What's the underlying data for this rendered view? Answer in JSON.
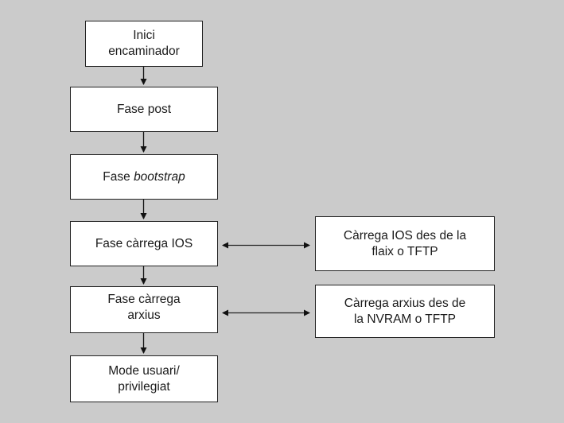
{
  "diagram": {
    "title": "Router boot sequence",
    "main_flow": [
      {
        "id": "inici",
        "lines": [
          "Inici",
          "encaminador"
        ]
      },
      {
        "id": "post",
        "lines": [
          "Fase post"
        ]
      },
      {
        "id": "bootstrap",
        "prefix": "Fase ",
        "italic": "bootstrap"
      },
      {
        "id": "ios",
        "lines": [
          "Fase càrrega IOS"
        ]
      },
      {
        "id": "arxius",
        "lines": [
          "Fase càrrega",
          "arxius"
        ]
      },
      {
        "id": "mode",
        "lines": [
          "Mode usuari/",
          "privilegiat"
        ]
      }
    ],
    "side_boxes": [
      {
        "id": "ios-source",
        "lines": [
          "Càrrega IOS des de la",
          "flaix o TFTP"
        ],
        "linked_to": "ios"
      },
      {
        "id": "arxius-source",
        "lines": [
          "Càrrega arxius des de",
          "la NVRAM o TFTP"
        ],
        "linked_to": "arxius"
      }
    ],
    "edges": [
      {
        "from": "inici",
        "to": "post",
        "type": "one-way"
      },
      {
        "from": "post",
        "to": "bootstrap",
        "type": "one-way"
      },
      {
        "from": "bootstrap",
        "to": "ios",
        "type": "one-way"
      },
      {
        "from": "ios",
        "to": "arxius",
        "type": "one-way"
      },
      {
        "from": "arxius",
        "to": "mode",
        "type": "one-way"
      },
      {
        "from": "ios",
        "to": "ios-source",
        "type": "two-way"
      },
      {
        "from": "arxius",
        "to": "arxius-source",
        "type": "two-way"
      }
    ]
  }
}
